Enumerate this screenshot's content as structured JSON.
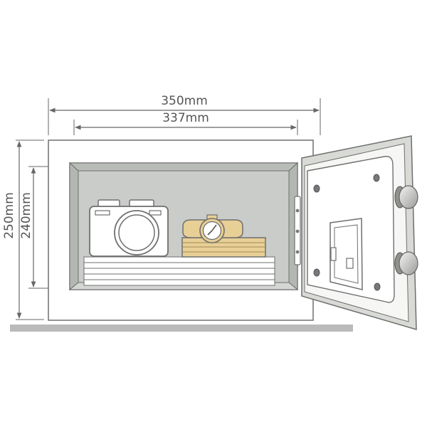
{
  "dimensions": {
    "outer_width": "350mm",
    "inner_width": "337mm",
    "outer_height": "250mm",
    "inner_height": "240mm"
  },
  "colors": {
    "outline": "#6f6f6f",
    "safe_body": "#ffffff",
    "interior": "#c9ccc8",
    "interior_shade": "#b3b7b2",
    "door_frame": "#d8dad6",
    "floor": "#b9bbb8",
    "camera": "#ffffff",
    "wood": "#e8cf95",
    "paper": "#ffffff",
    "dimension_line": "#666666"
  },
  "icons": {
    "camera": "camera-icon",
    "watch": "wristwatch-icon",
    "documents": "document-stack-icon",
    "box": "jewelry-box-icon",
    "keypad": "keypad-icon",
    "handle": "door-knob-icon"
  }
}
